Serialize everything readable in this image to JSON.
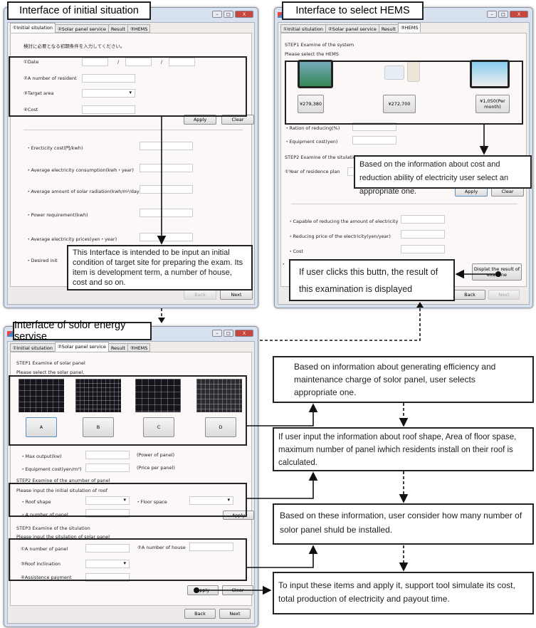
{
  "tabs": [
    "①Initial situlation",
    "②Solar panel service",
    "Result",
    "③HEMS"
  ],
  "window_controls": {
    "minimize": "–",
    "maximize": "□",
    "close": "X"
  },
  "initial": {
    "title": "Interface of initial situation",
    "intro": "検討に必要となる初期条件を入力してください。",
    "date_label": "①Date",
    "date_sep": "/",
    "resident_label": "②A number of resident",
    "area_label": "③Target area",
    "cost_label": "④Cost",
    "apply": "Apply",
    "clear": "Clear",
    "fields": [
      "・Erecticity cost(円/kwh)",
      "・Average electricity consumption(kwh・year)",
      "・Average amount of solar radiation(kwh/m²/day)",
      "・Power requirement(kwh)",
      "・Average electricity prices(yen・year)",
      "・Desired init"
    ],
    "back": "Back",
    "next": "Next",
    "note": "This Interface is intended to be input an initial condition of target site for preparing the exam. Its item is development term, a number of house, cost and so on."
  },
  "hems": {
    "title": "Interface to select HEMS",
    "step1": "STEP1 Examine of  the system",
    "step1_sub": "Please select the HEMS",
    "prices": [
      "¥279,380",
      "¥272,700",
      "¥1,050(Per month)"
    ],
    "ratio_label": "・Ration of reducing(%)",
    "equip_label": "・Equipment cost(yen)",
    "step2": "STEP2 Examine of the situlatio",
    "year_label": "①Year of residence plan",
    "apply": "Apply",
    "clear": "Clear",
    "results": [
      "・Capable of  reducing the amount of electricity",
      "・Reducing price of the electricity(yen/year)",
      "・Cost",
      "・"
    ],
    "display_btn": "Displat the result of examine",
    "back": "Back",
    "next": "Next",
    "note1": "Based on the information about cost and reduction ability of electricity user select an appropriate one.",
    "note2": "If user clicks this buttn, the result of this examination is displayed"
  },
  "solar": {
    "title": "Interface of solor energy servise",
    "step1": "STEP1 Examine of solar panel",
    "step1_sub": "Please select the solar panel.",
    "panels": [
      "A",
      "B",
      "C",
      "D"
    ],
    "max_output": "・Max output(kw)",
    "max_output_hint": "(Power of panel)",
    "equip_cost": "・Equipment cost(yen/m²)",
    "equip_cost_hint": "(Price per panel)",
    "step2": "STEP2 Examine of the anumber of panel",
    "step2_sub": "Please input the initial situlation of roof",
    "roof_shape": "・Roof shape",
    "floor_space": "・Floor space",
    "num_panel": "・A number of panel",
    "apply2": "Apply",
    "step3": "STEP3 Examine of the situlation",
    "step3_sub": "Please input the situlation of solar panel",
    "s3_panel": "①A number of panel",
    "s3_house": "②A number of house",
    "s3_incl": "③Roof inclination",
    "s3_assist": "④Assistence payment",
    "apply": "Apply",
    "clear": "Clear",
    "back": "Back",
    "next": "Next"
  },
  "flow_notes": [
    "Based on information about generating efficiency and maintenance charge of solor panel, user selects appropriate one.",
    "If user  input the information about roof shape, Area  of floor spase, maximum  number of panel iwhich residents install on their roof is calculated.",
    "Based on these information,  user consider  how many number of solor panel shuld be installed.",
    "To input these items and apply it,  support tool simulate its cost, total  production of electricity and payout time."
  ]
}
